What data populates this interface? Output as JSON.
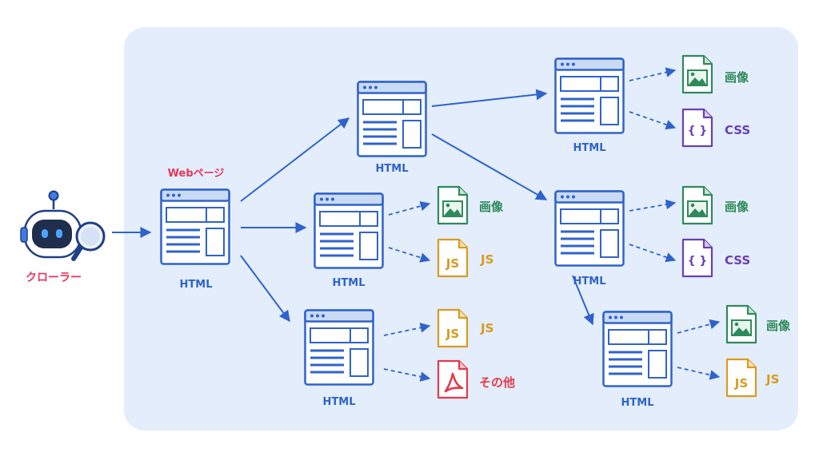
{
  "crawler": {
    "label": "クローラー"
  },
  "start_page": {
    "caption": "Webページ",
    "label": "HTML"
  },
  "pages": {
    "l2_top": {
      "label": "HTML"
    },
    "l2_mid": {
      "label": "HTML"
    },
    "l2_bot": {
      "label": "HTML"
    },
    "l3_top": {
      "label": "HTML"
    },
    "l3_mid": {
      "label": "HTML"
    },
    "l4": {
      "label": "HTML"
    }
  },
  "resources": {
    "l3_top_image": {
      "type": "image",
      "label": "画像"
    },
    "l3_top_css": {
      "type": "css",
      "label": "CSS",
      "glyph": "{ }"
    },
    "l2_mid_image": {
      "type": "image",
      "label": "画像"
    },
    "l2_mid_js": {
      "type": "js",
      "label": "JS",
      "glyph": "JS"
    },
    "l3_mid_image": {
      "type": "image",
      "label": "画像"
    },
    "l3_mid_css": {
      "type": "css",
      "label": "CSS",
      "glyph": "{ }"
    },
    "l2_bot_js": {
      "type": "js",
      "label": "JS",
      "glyph": "JS"
    },
    "l2_bot_other": {
      "type": "pdf",
      "label": "その他"
    },
    "l4_image": {
      "type": "image",
      "label": "画像"
    },
    "l4_js": {
      "type": "js",
      "label": "JS",
      "glyph": "JS"
    }
  },
  "colors": {
    "panel": "#e3edfb",
    "blue": "#2f63cc",
    "crawler_label": "#e8365a",
    "image": "#2f8a5b",
    "css": "#6a3fb5",
    "js": "#d99a1f",
    "pdf": "#e23b4a"
  }
}
